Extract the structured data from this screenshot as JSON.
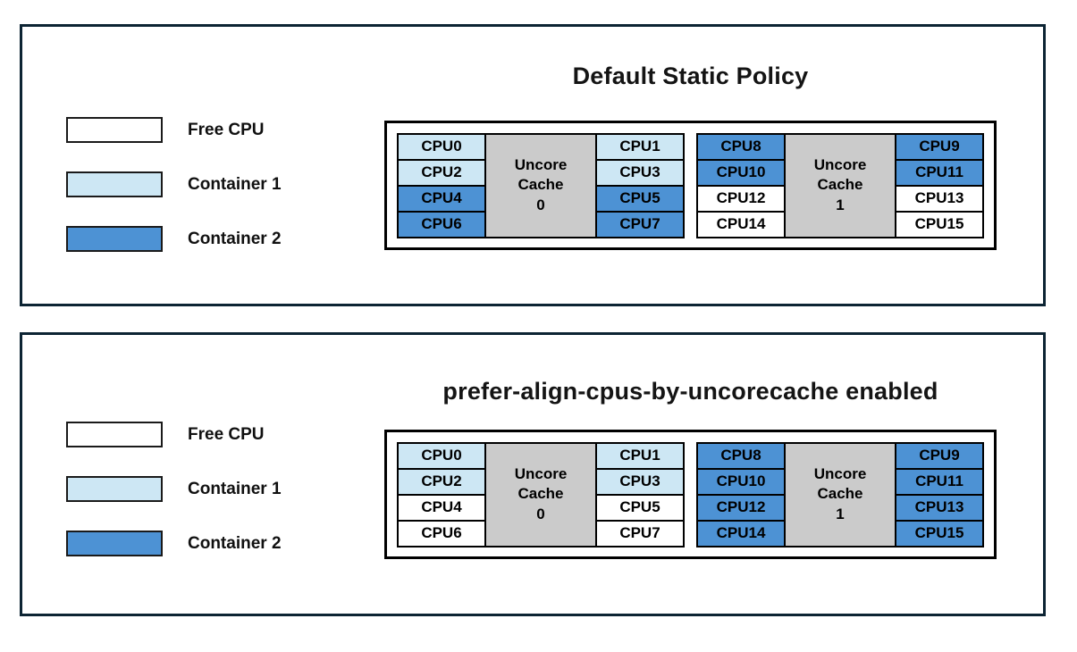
{
  "colors": {
    "free": "#FFFFFF",
    "container1": "#CDE7F4",
    "container2": "#4D92D4",
    "cache_fill": "#CBCBCB",
    "panel_border": "#0C2433",
    "diagram_border": "#000000"
  },
  "legend": {
    "items": [
      {
        "label": "Free CPU",
        "color_key": "free"
      },
      {
        "label": "Container 1",
        "color_key": "container1"
      },
      {
        "label": "Container 2",
        "color_key": "container2"
      }
    ]
  },
  "panels": [
    {
      "title": "Default Static Policy",
      "sockets": [
        {
          "cache_lines": [
            "Uncore",
            "Cache",
            "0"
          ],
          "left_cpus": [
            {
              "label": "CPU0",
              "state": "container1"
            },
            {
              "label": "CPU2",
              "state": "container1"
            },
            {
              "label": "CPU4",
              "state": "container2"
            },
            {
              "label": "CPU6",
              "state": "container2"
            }
          ],
          "right_cpus": [
            {
              "label": "CPU1",
              "state": "container1"
            },
            {
              "label": "CPU3",
              "state": "container1"
            },
            {
              "label": "CPU5",
              "state": "container2"
            },
            {
              "label": "CPU7",
              "state": "container2"
            }
          ]
        },
        {
          "cache_lines": [
            "Uncore",
            "Cache",
            "1"
          ],
          "left_cpus": [
            {
              "label": "CPU8",
              "state": "container2"
            },
            {
              "label": "CPU10",
              "state": "container2"
            },
            {
              "label": "CPU12",
              "state": "free"
            },
            {
              "label": "CPU14",
              "state": "free"
            }
          ],
          "right_cpus": [
            {
              "label": "CPU9",
              "state": "container2"
            },
            {
              "label": "CPU11",
              "state": "container2"
            },
            {
              "label": "CPU13",
              "state": "free"
            },
            {
              "label": "CPU15",
              "state": "free"
            }
          ]
        }
      ]
    },
    {
      "title": "prefer-align-cpus-by-uncorecache enabled",
      "sockets": [
        {
          "cache_lines": [
            "Uncore",
            "Cache",
            "0"
          ],
          "left_cpus": [
            {
              "label": "CPU0",
              "state": "container1"
            },
            {
              "label": "CPU2",
              "state": "container1"
            },
            {
              "label": "CPU4",
              "state": "free"
            },
            {
              "label": "CPU6",
              "state": "free"
            }
          ],
          "right_cpus": [
            {
              "label": "CPU1",
              "state": "container1"
            },
            {
              "label": "CPU3",
              "state": "container1"
            },
            {
              "label": "CPU5",
              "state": "free"
            },
            {
              "label": "CPU7",
              "state": "free"
            }
          ]
        },
        {
          "cache_lines": [
            "Uncore",
            "Cache",
            "1"
          ],
          "left_cpus": [
            {
              "label": "CPU8",
              "state": "container2"
            },
            {
              "label": "CPU10",
              "state": "container2"
            },
            {
              "label": "CPU12",
              "state": "container2"
            },
            {
              "label": "CPU14",
              "state": "container2"
            }
          ],
          "right_cpus": [
            {
              "label": "CPU9",
              "state": "container2"
            },
            {
              "label": "CPU11",
              "state": "container2"
            },
            {
              "label": "CPU13",
              "state": "container2"
            },
            {
              "label": "CPU15",
              "state": "container2"
            }
          ]
        }
      ]
    }
  ]
}
